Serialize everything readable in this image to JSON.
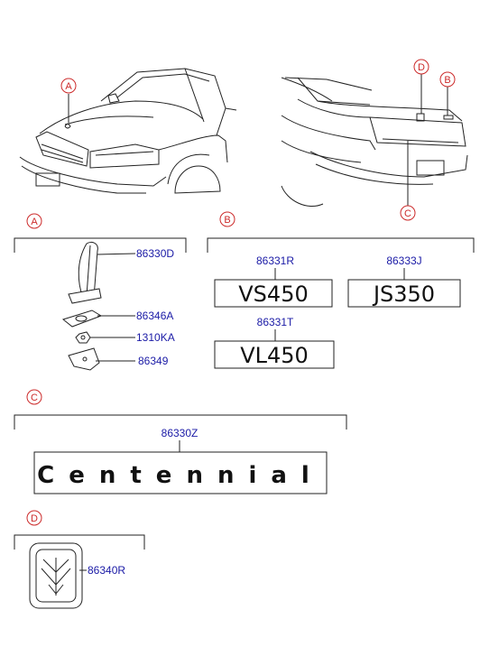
{
  "callouts": {
    "car_front": "A",
    "car_rear_d": "D",
    "car_rear_b": "B",
    "car_rear_c": "C"
  },
  "sections": [
    {
      "id": "A",
      "parts": [
        "86330D",
        "86346A",
        "1310KA",
        "86349"
      ]
    },
    {
      "id": "B",
      "parts": [
        "86331R",
        "86333J",
        "86331T"
      ],
      "badges": [
        "VS450",
        "JS350",
        "VL450"
      ]
    },
    {
      "id": "C",
      "parts": [
        "86330Z"
      ],
      "badges": [
        "Centennial"
      ]
    },
    {
      "id": "D",
      "parts": [
        "86340R"
      ]
    }
  ],
  "colors": {
    "part_number": "#1a1aa6",
    "section_mark": "#cc2a2a",
    "line": "#222222"
  }
}
